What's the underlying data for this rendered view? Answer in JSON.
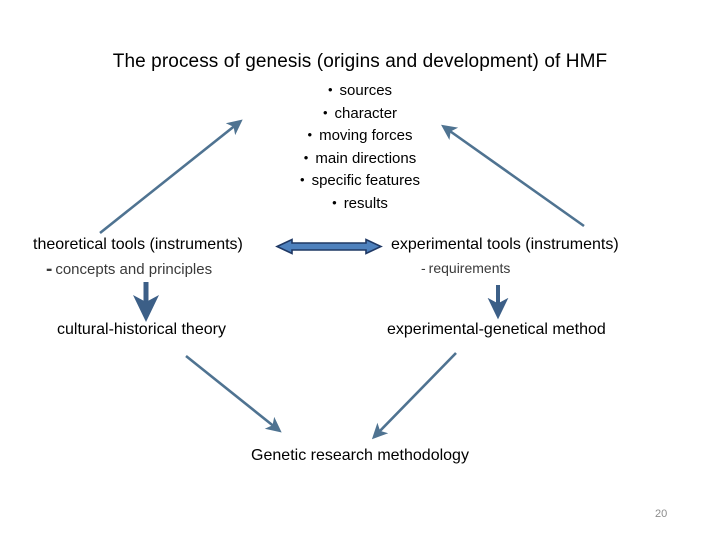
{
  "slide": {
    "title": "The process of genesis  (origins and development) of HMF",
    "page_number": "20",
    "background_color": "#ffffff",
    "arrow_line_color": "#4f7391",
    "arrow_fill_color": "#4e81bd",
    "arrow_outline_color": "#1f3864",
    "text_color": "#000000",
    "sub_text_color": "#3a3a3a",
    "page_number_color": "#8c8c8c"
  },
  "bullets": [
    {
      "marker": "•",
      "label": "sources"
    },
    {
      "marker": "•",
      "label": "character"
    },
    {
      "marker": "•",
      "label": "moving forces"
    },
    {
      "marker": "•",
      "label": "main directions"
    },
    {
      "marker": "•",
      "label": "specific features"
    },
    {
      "marker": "•",
      "label": "results"
    }
  ],
  "nodes": {
    "theoretical_tools": "theoretical tools (instruments)",
    "theoretical_tools_sub_dash": "-",
    "theoretical_tools_sub": "concepts and principles",
    "experimental_tools": "experimental tools (instruments)",
    "experimental_tools_sub_dash": "-",
    "experimental_tools_sub": "requirements",
    "cultural_historical_theory": "cultural-historical theory",
    "experimental_genetical_method": "experimental-genetical method",
    "conclusion": "Genetic research methodology"
  }
}
